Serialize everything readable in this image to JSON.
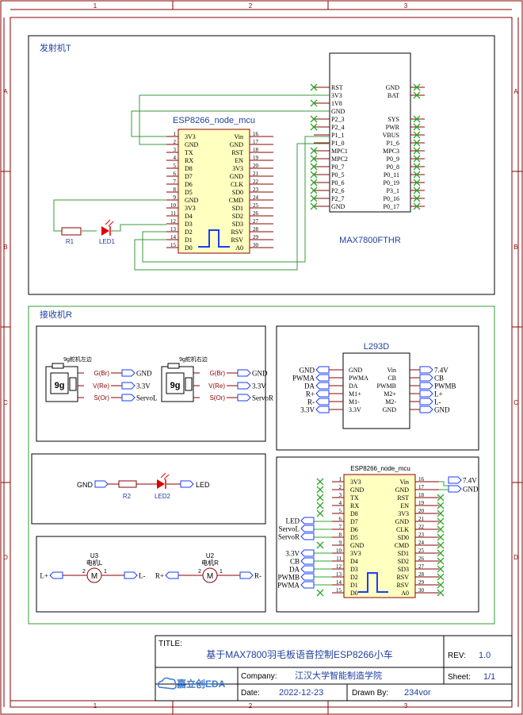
{
  "frame": {
    "cols": [
      "1",
      "2",
      "3"
    ],
    "rows": [
      "A",
      "B",
      "C",
      "D"
    ]
  },
  "transmitter": {
    "title": "发射机T",
    "esp": {
      "name": "ESP8266_node_mcu",
      "left_pins": [
        {
          "n": "1",
          "l": "3V3"
        },
        {
          "n": "2",
          "l": "GND"
        },
        {
          "n": "3",
          "l": "TX"
        },
        {
          "n": "4",
          "l": "RX"
        },
        {
          "n": "5",
          "l": "D8"
        },
        {
          "n": "6",
          "l": "D7"
        },
        {
          "n": "7",
          "l": "D6"
        },
        {
          "n": "8",
          "l": "D5"
        },
        {
          "n": "9",
          "l": "GND"
        },
        {
          "n": "10",
          "l": "3V3"
        },
        {
          "n": "11",
          "l": "D4"
        },
        {
          "n": "12",
          "l": "D3"
        },
        {
          "n": "13",
          "l": "D2"
        },
        {
          "n": "14",
          "l": "D1"
        },
        {
          "n": "15",
          "l": "D0"
        }
      ],
      "right_pins": [
        {
          "n": "16",
          "l": "Vin"
        },
        {
          "n": "17",
          "l": "GND"
        },
        {
          "n": "18",
          "l": "RST"
        },
        {
          "n": "19",
          "l": "EN"
        },
        {
          "n": "20",
          "l": "3V3"
        },
        {
          "n": "21",
          "l": "GND"
        },
        {
          "n": "22",
          "l": "CLK"
        },
        {
          "n": "23",
          "l": "SD0"
        },
        {
          "n": "24",
          "l": "CMD"
        },
        {
          "n": "25",
          "l": "SD1"
        },
        {
          "n": "26",
          "l": "SD2"
        },
        {
          "n": "27",
          "l": "SD3"
        },
        {
          "n": "28",
          "l": "RSV"
        },
        {
          "n": "29",
          "l": "RSV"
        },
        {
          "n": "30",
          "l": "A0"
        }
      ]
    },
    "max": {
      "name": "MAX7800FTHR",
      "left_pins": [
        "RST",
        "3V3",
        "1V8",
        "GND",
        "P2_3",
        "P2_4",
        "P1_1",
        "P1_0",
        "MPC1",
        "MPC2",
        "P0_7",
        "P0_5",
        "P0_6",
        "P2_6",
        "P2_7",
        "GND"
      ],
      "right_pins": [
        "GND",
        "BAT",
        "",
        "",
        "SYS",
        "PWR",
        "VBUS",
        "P1_6",
        "MPC3",
        "P0_9",
        "P0_8",
        "P0_11",
        "P0_19",
        "P3_1",
        "P0_16",
        "P0_17"
      ]
    },
    "r1": "R1",
    "led1": "LED1"
  },
  "receiver": {
    "title": "接收机R",
    "servo_left": {
      "title": "9g舵机左边",
      "body": "9g",
      "pins": [
        "G(Br)",
        "V(Re)",
        "S(Or)"
      ],
      "nets": [
        "GND",
        "3.3V",
        "ServoL"
      ]
    },
    "servo_right": {
      "title": "9g舵机右边",
      "body": "9g",
      "pins": [
        "G(Br)",
        "V(Re)",
        "S(Or)"
      ],
      "nets": [
        "GND",
        "3.3V",
        "ServoR"
      ]
    },
    "l293d": {
      "name": "L293D",
      "left_pins": [
        "GND",
        "PWMA",
        "DA",
        "M1+",
        "M1-",
        "3.3V"
      ],
      "right_pins": [
        "Vin",
        "CB",
        "PWMB",
        "M2+",
        "M2-",
        "GND"
      ],
      "left_nets": [
        "GND",
        "PWMA",
        "DA",
        "R+",
        "R-",
        "3.3V"
      ],
      "right_nets": [
        "7.4V",
        "CB",
        "PWMB",
        "L+",
        "L-",
        "GND"
      ]
    },
    "led_circuit": {
      "gnd": "GND",
      "r": "R2",
      "led": "LED2",
      "net": "LED"
    },
    "motors": {
      "u3": "U3",
      "u3_name": "电机L",
      "u3_pin2": "2",
      "u3_pin1": "1",
      "u3_left": "L+",
      "u3_right": "L-",
      "u2": "U2",
      "u2_name": "电机R",
      "u2_pin2": "2",
      "u2_pin1": "1",
      "u2_left": "R+",
      "u2_right": "R-",
      "m": "M"
    },
    "esp": {
      "name": "ESP8266_node_mcu",
      "right_nets": [
        "7.4V",
        "GND"
      ],
      "left_nets_top": [
        "LED",
        "ServoL",
        "ServoR"
      ],
      "left_nets_bottom": [
        "3.3V",
        "CB",
        "DA",
        "PWMB",
        "PWMA"
      ]
    }
  },
  "title_block": {
    "title_label": "TITLE:",
    "title": "基于MAX7800羽毛板语音控制ESP8266小车",
    "rev_label": "REV:",
    "rev": "1.0",
    "logo": "嘉立创EDA",
    "company_label": "Company:",
    "company": "江汉大学智能制造学院",
    "sheet_label": "Sheet:",
    "sheet": "1/1",
    "date_label": "Date:",
    "date": "2022-12-23",
    "drawn_label": "Drawn By:",
    "drawn": "234vor"
  }
}
